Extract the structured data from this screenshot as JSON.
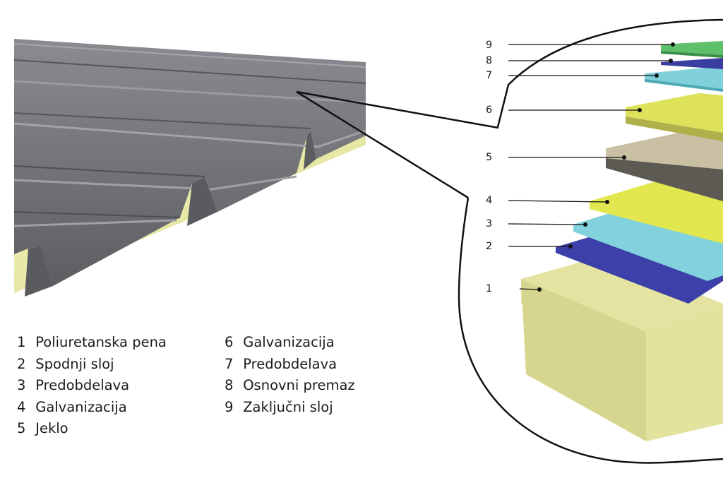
{
  "colors": {
    "panel_metal": "#6e6f73",
    "panel_metal_light": "#84858a",
    "foam": "#eef0a8",
    "layer_9": "#5bbf6a",
    "layer_8": "#3a3ea0",
    "layer_7": "#7ed0db",
    "layer_6": "#d9de55",
    "layer_5": "#b9b29a",
    "layer_4": "#e2e650",
    "layer_3": "#7ccfde",
    "layer_2": "#3b3fa8",
    "layer_1": "#e6e7a8"
  },
  "legend": [
    {
      "num": "1",
      "label": "Poliuretanska pena"
    },
    {
      "num": "2",
      "label": "Spodnji sloj"
    },
    {
      "num": "3",
      "label": "Predobdelava"
    },
    {
      "num": "4",
      "label": "Galvanizacija"
    },
    {
      "num": "5",
      "label": "Jeklo"
    },
    {
      "num": "6",
      "label": "Galvanizacija"
    },
    {
      "num": "7",
      "label": "Predobdelava"
    },
    {
      "num": "8",
      "label": "Osnovni premaz"
    },
    {
      "num": "9",
      "label": "Zaključni sloj"
    }
  ],
  "callouts": [
    "9",
    "8",
    "7",
    "6",
    "5",
    "4",
    "3",
    "2",
    "1"
  ]
}
